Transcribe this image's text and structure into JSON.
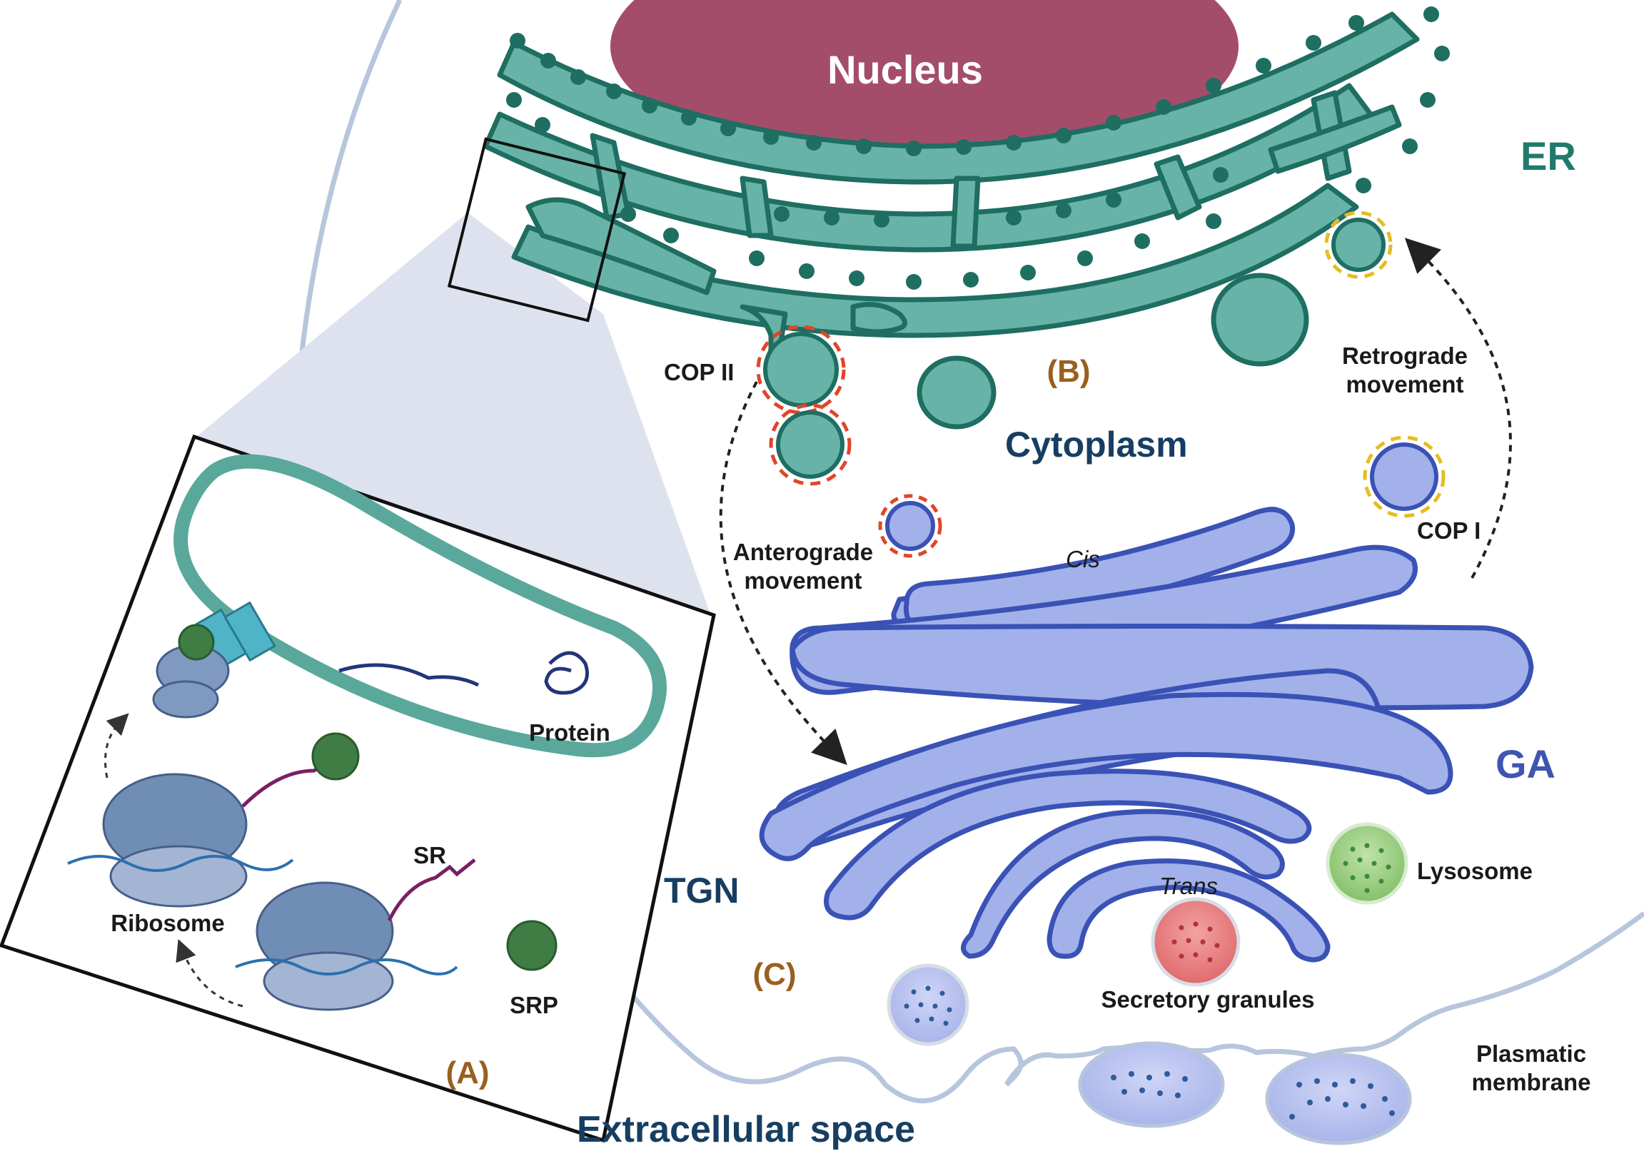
{
  "colors": {
    "nucleus": "#a44d6a",
    "er_fill": "#68b3a8",
    "er_stroke": "#1e6e62",
    "ga_fill": "#a2b1ea",
    "ga_stroke": "#3a52b5",
    "cop2": "#e0462a",
    "cop1": "#e5bd22",
    "lysosome": "#86c46e",
    "secretory": "#e56a6e",
    "ribosome": "#6f8db5"
  },
  "labels": {
    "nucleus": "Nucleus",
    "er": "ER",
    "ga": "GA",
    "cytoplasm": "Cytoplasm",
    "tgn": "TGN",
    "extracellular": "Extracellular space",
    "cop2": "COP II",
    "cop1": "COP I",
    "retrograde_1": "Retrograde",
    "retrograde_2": "movement",
    "anterograde_1": "Anterograde",
    "anterograde_2": "movement",
    "cis": "Cis",
    "trans": "Trans",
    "lysosome": "Lysosome",
    "secretory": "Secretory granules",
    "plasmatic_1": "Plasmatic",
    "plasmatic_2": "membrane",
    "protein": "Protein",
    "ribosome": "Ribosome",
    "sr": "SR",
    "srp": "SRP",
    "panel_a": "(A)",
    "panel_b": "(B)",
    "panel_c": "(C)"
  }
}
